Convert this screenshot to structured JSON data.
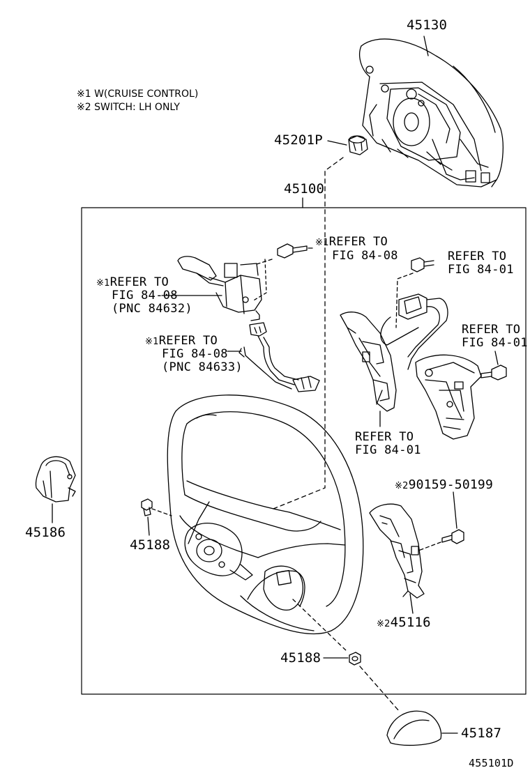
{
  "notes": {
    "note1": "※1 W(CRUISE CONTROL)",
    "note2": "※2 SWITCH: LH ONLY"
  },
  "parts": {
    "p45130": "45130",
    "p45201P": "45201P",
    "p45100": "45100",
    "p45186": "45186",
    "p45188_upper": "45188",
    "p45188_lower": "45188",
    "p45116": "45116",
    "p90159": "90159-50199",
    "p45187": "45187"
  },
  "marks": {
    "m1": "※1",
    "m2": "※2"
  },
  "refs": {
    "r1_line1": "REFER TO",
    "r1_line2": "FIG 84-08",
    "r2_line1": "REFER TO",
    "r2_line2": "FIG 84-08",
    "r2_line3": "(PNC 84632)",
    "r3_line1": "REFER TO",
    "r3_line2": "FIG 84-08",
    "r3_line3": "(PNC 84633)",
    "r4_line1": "REFER TO",
    "r4_line2": "FIG 84-01",
    "r5_line1": "REFER TO",
    "r5_line2": "FIG 84-01",
    "r6_line1": "REFER TO",
    "r6_line2": "FIG 84-01"
  },
  "figure_id": "455101D"
}
